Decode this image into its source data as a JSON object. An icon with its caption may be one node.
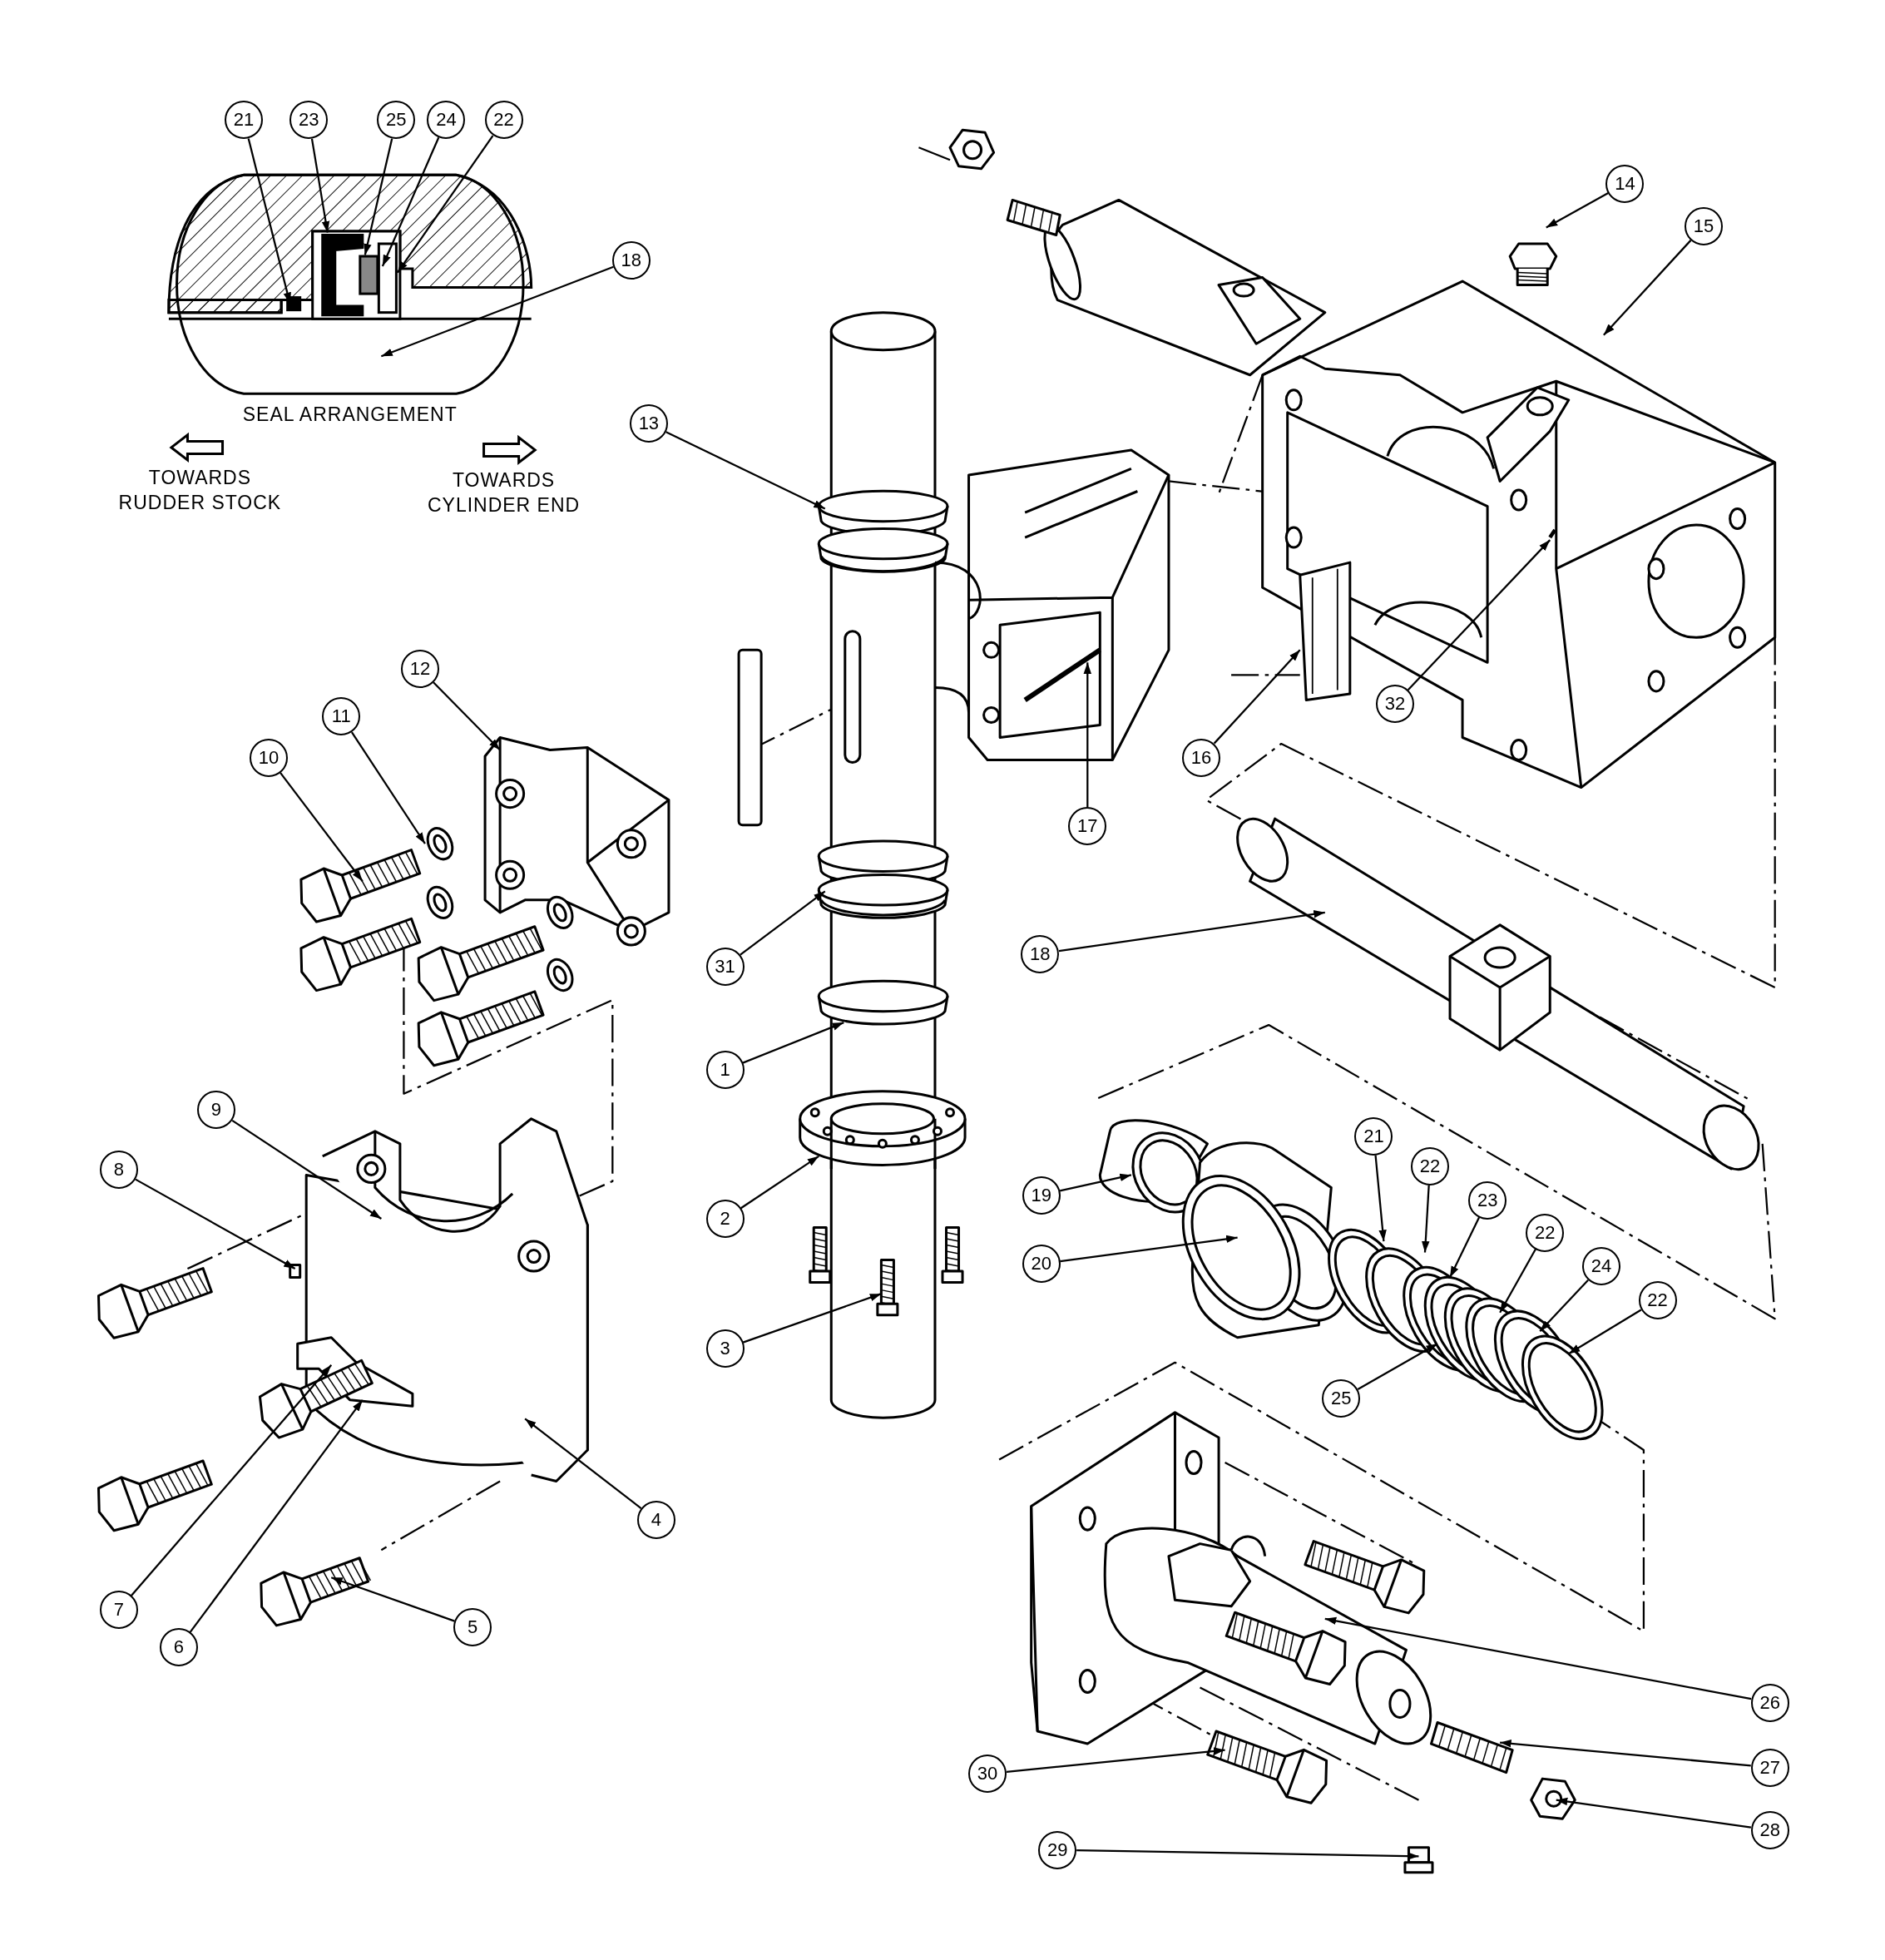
{
  "diagram": {
    "nodes": [
      {
        "text": [
          "21"
        ]
      },
      {
        "text": [
          "23"
        ]
      },
      {
        "text": [
          "25"
        ]
      },
      {
        "text": [
          "24"
        ]
      },
      {
        "text": [
          "22"
        ]
      },
      {
        "text": [
          "14"
        ]
      },
      {
        "text": [
          "15"
        ]
      },
      {
        "text": [
          "18"
        ]
      },
      {
        "text": [
          "13"
        ]
      },
      {
        "text": [
          "12"
        ]
      },
      {
        "text": [
          "32"
        ]
      },
      {
        "text": [
          "10"
        ]
      },
      {
        "text": [
          "11"
        ]
      },
      {
        "text": [
          "16"
        ]
      },
      {
        "text": [
          "17"
        ]
      },
      {
        "text": [
          "18"
        ]
      },
      {
        "text": [
          "31"
        ]
      },
      {
        "text": [
          "1"
        ]
      },
      {
        "text": [
          "9"
        ]
      },
      {
        "text": [
          "21"
        ]
      },
      {
        "text": [
          "22"
        ]
      },
      {
        "text": [
          "8"
        ]
      },
      {
        "text": [
          "19"
        ]
      },
      {
        "text": [
          "23"
        ]
      },
      {
        "text": [
          "2"
        ]
      },
      {
        "text": [
          "22"
        ]
      },
      {
        "text": [
          "20"
        ]
      },
      {
        "text": [
          "24"
        ]
      },
      {
        "text": [
          "22"
        ]
      },
      {
        "text": [
          "3"
        ]
      },
      {
        "text": [
          "25"
        ]
      },
      {
        "text": [
          "4"
        ]
      },
      {
        "text": [
          "7"
        ]
      },
      {
        "text": [
          "5"
        ]
      },
      {
        "text": [
          "6"
        ]
      },
      {
        "text": [
          "26"
        ]
      },
      {
        "text": [
          "27"
        ]
      },
      {
        "text": [
          "30"
        ]
      },
      {
        "text": [
          "28"
        ]
      },
      {
        "text": [
          "29"
        ]
      }
    ],
    "edges": [
      {
        "from": 0,
        "to": null,
        "arrow": "to"
      },
      {
        "from": 1,
        "to": null,
        "arrow": "to"
      },
      {
        "from": 2,
        "to": null,
        "arrow": "to"
      },
      {
        "from": 3,
        "to": null,
        "arrow": "to"
      },
      {
        "from": 4,
        "to": null,
        "arrow": "to"
      },
      {
        "from": 5,
        "to": null,
        "arrow": "to"
      },
      {
        "from": 6,
        "to": null,
        "arrow": "to"
      },
      {
        "from": 7,
        "to": null,
        "arrow": "to"
      },
      {
        "from": 8,
        "to": null,
        "arrow": "to"
      },
      {
        "from": 9,
        "to": null,
        "arrow": "to"
      },
      {
        "from": 10,
        "to": null,
        "arrow": "to"
      },
      {
        "from": 11,
        "to": null,
        "arrow": "to"
      },
      {
        "from": 12,
        "to": null,
        "arrow": "to"
      },
      {
        "from": 13,
        "to": null,
        "arrow": "to"
      },
      {
        "from": 14,
        "to": null,
        "arrow": "to"
      },
      {
        "from": 15,
        "to": null,
        "arrow": "to"
      },
      {
        "from": 16,
        "to": null,
        "arrow": "to"
      },
      {
        "from": 17,
        "to": null,
        "arrow": "to"
      },
      {
        "from": 18,
        "to": null,
        "arrow": "to"
      },
      {
        "from": 19,
        "to": null,
        "arrow": "to"
      },
      {
        "from": 20,
        "to": null,
        "arrow": "to"
      },
      {
        "from": 21,
        "to": null,
        "arrow": "to"
      },
      {
        "from": 22,
        "to": null,
        "arrow": "to"
      },
      {
        "from": 23,
        "to": null,
        "arrow": "to"
      },
      {
        "from": 24,
        "to": null,
        "arrow": "to"
      },
      {
        "from": 25,
        "to": null,
        "arrow": "to"
      },
      {
        "from": 26,
        "to": null,
        "arrow": "to"
      },
      {
        "from": 27,
        "to": null,
        "arrow": "to"
      },
      {
        "from": 28,
        "to": null,
        "arrow": "to"
      },
      {
        "from": 29,
        "to": null,
        "arrow": "to"
      },
      {
        "from": 30,
        "to": null,
        "arrow": "to"
      },
      {
        "from": 31,
        "to": null,
        "arrow": "to"
      },
      {
        "from": 32,
        "to": null,
        "arrow": "to"
      },
      {
        "from": 33,
        "to": null,
        "arrow": "to"
      },
      {
        "from": 34,
        "to": null,
        "arrow": "to"
      },
      {
        "from": 35,
        "to": null,
        "arrow": "to"
      },
      {
        "from": 36,
        "to": null,
        "arrow": "to"
      },
      {
        "from": 37,
        "to": null,
        "arrow": "to"
      },
      {
        "from": 38,
        "to": null,
        "arrow": "to"
      },
      {
        "from": 39,
        "to": null,
        "arrow": "to"
      }
    ],
    "labels": [
      "SEAL ARRANGEMENT",
      "TOWARDS RUDDER STOCK",
      "TOWARDS CYLINDER END"
    ]
  }
}
